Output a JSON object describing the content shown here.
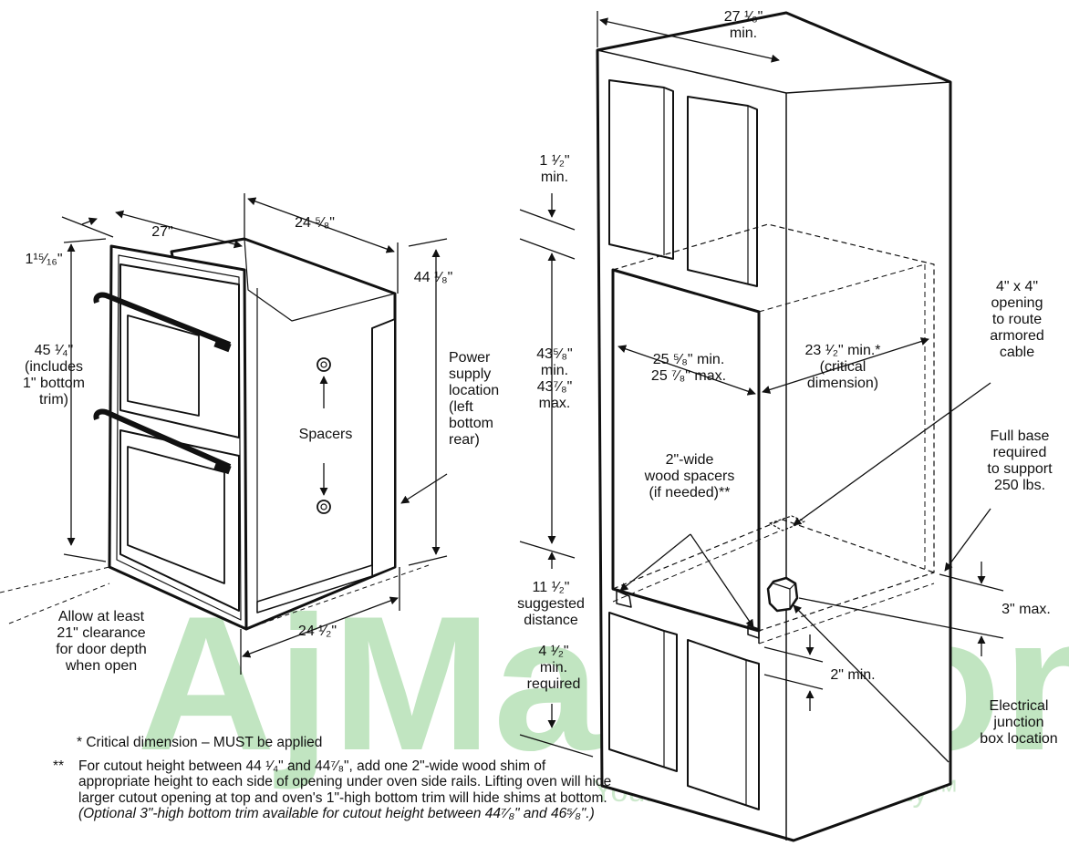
{
  "watermark": {
    "brand": "AjMadison",
    "tagline": "Your Appliance Authority™"
  },
  "oven_labels": {
    "width_27": "27\"",
    "depth_24_5_8": "24 ⁵⁄₈\"",
    "trim_1_15_16": "1¹⁵⁄₁₆\"",
    "height_45_1_4": "45 ¹⁄₄\"\n(includes\n1\" bottom\ntrim)",
    "height_44_1_8": "44 ¹⁄₈\"",
    "spacers": "Spacers",
    "power_supply": "Power\nsupply\nlocation\n(left\nbottom\nrear)",
    "depth_24_1_2": "24 ¹⁄₂\"",
    "clearance": "Allow at least\n21\" clearance\nfor door depth\nwhen open"
  },
  "cabinet_labels": {
    "width_27_1_8": "27 ¹⁄₈\"\nmin.",
    "top_1_1_2": "1 ¹⁄₂\"\nmin.",
    "cutout_height": "43⁵⁄₈\"\nmin.\n43⁷⁄₈\"\nmax.",
    "cutout_width": "25 ⁵⁄₈\" min.\n25 ⁷⁄₈\" max.",
    "depth_23_1_2": "23 ¹⁄₂\" min.*\n(critical\ndimension)",
    "opening_4x4": "4\" x 4\"\nopening\nto route\narmored\ncable",
    "full_base": "Full base\nrequired\nto support\n250 lbs.",
    "wood_spacers": "2\"-wide\nwood spacers\n(if needed)**",
    "suggested": "11 ¹⁄₂\"\nsuggested\ndistance",
    "bottom_4_1_2": "4 ¹⁄₂\"\nmin.\nrequired",
    "max_3": "3\" max.",
    "min_2": "2\" min.",
    "junction_box": "Electrical\njunction\nbox location"
  },
  "notes": {
    "critical_mark": "*",
    "critical": "Critical dimension – MUST be applied",
    "shim_mark": "**",
    "shim": "For cutout height between 44 ¹⁄₄\" and 44⁷⁄₈\", add one 2\"-wide wood shim of appropriate height to each side of opening under oven side rails. Lifting oven will hide larger cutout opening at top and oven's 1\"-high bottom trim will hide shims at bottom.",
    "optional": "(Optional 3\"-high bottom trim available for cutout height between 44⁷⁄₈\" and 46⁵⁄₈\".)"
  }
}
